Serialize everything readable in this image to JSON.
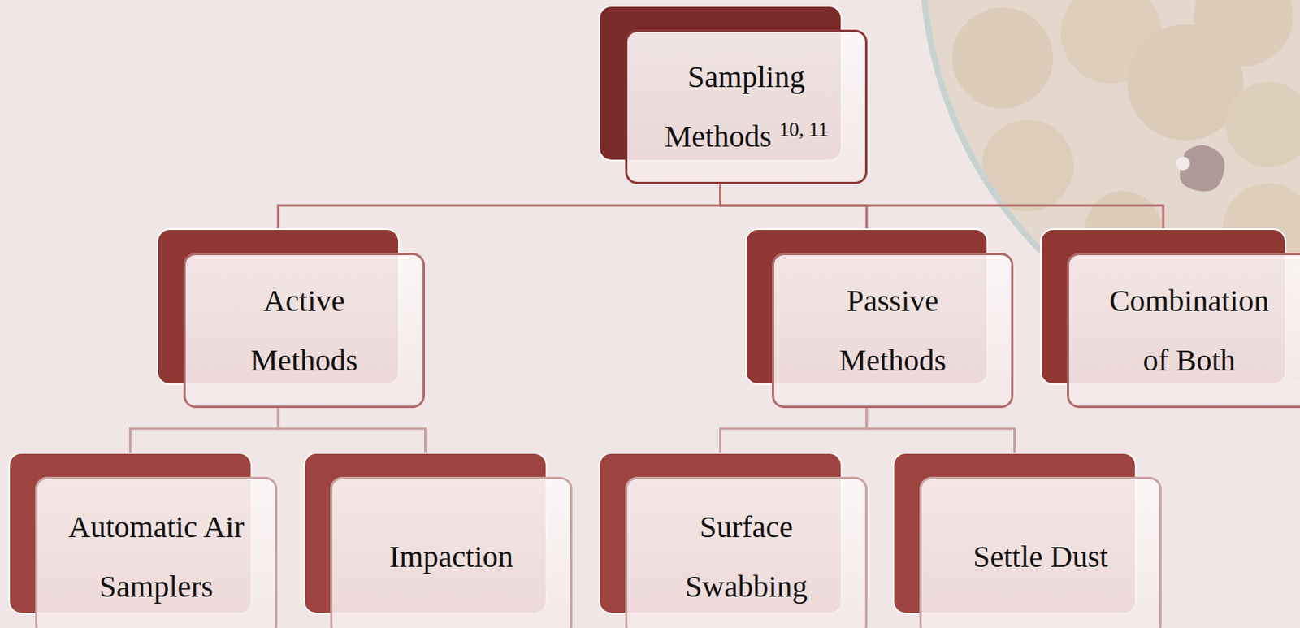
{
  "diagram": {
    "nodes": [
      {
        "text": [
          "Sampling Methods",
          "10, 11"
        ]
      },
      {
        "text": [
          "Active Methods"
        ]
      },
      {
        "text": [
          "Passive Methods"
        ]
      },
      {
        "text": [
          "Combination of Both"
        ]
      },
      {
        "text": [
          "Automatic Air Samplers"
        ]
      },
      {
        "text": [
          "Impaction"
        ]
      },
      {
        "text": [
          "Surface Swabbing"
        ]
      },
      {
        "text": [
          "Settle Dust"
        ]
      }
    ],
    "edges": [
      {
        "from": 0,
        "to": 1,
        "arrow": "none"
      },
      {
        "from": 0,
        "to": 2,
        "arrow": "none"
      },
      {
        "from": 0,
        "to": 3,
        "arrow": "none"
      },
      {
        "from": 1,
        "to": 4,
        "arrow": "none"
      },
      {
        "from": 1,
        "to": 5,
        "arrow": "none"
      },
      {
        "from": 2,
        "to": 6,
        "arrow": "none"
      },
      {
        "from": 2,
        "to": 7,
        "arrow": "none"
      }
    ]
  }
}
